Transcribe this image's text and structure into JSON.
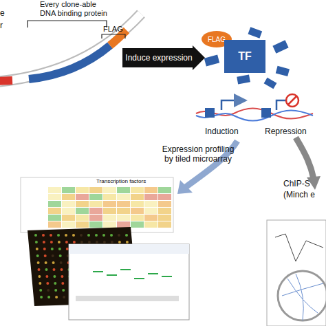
{
  "diagram": {
    "nodes": [
      {
        "text": [
          "Induce expression"
        ]
      },
      {
        "text": [
          "FLAG"
        ]
      },
      {
        "text": [
          "TF"
        ]
      }
    ],
    "labels": [
      "e",
      "r",
      "Every clone-able DNA binding protein",
      "FLAG",
      "Induction",
      "Repression",
      "Expression profiling by tiled microarray",
      "ChIP-S",
      "(Minch e",
      "Transcription factors"
    ]
  }
}
